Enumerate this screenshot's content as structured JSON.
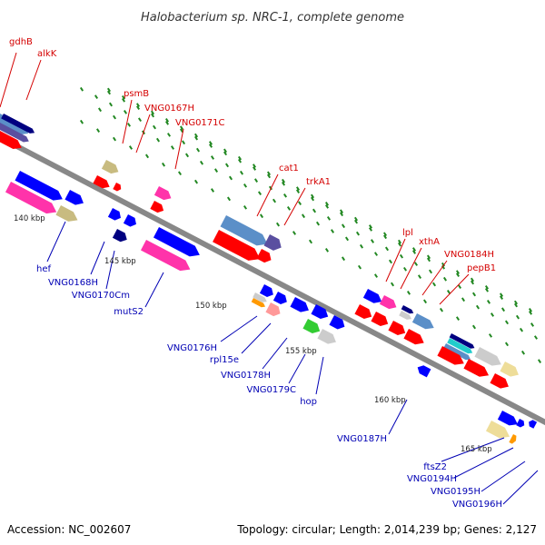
{
  "title": "Halobacterium sp. NRC-1, complete genome",
  "footer": {
    "accession": "Accession: NC_002607",
    "topology": "Topology: circular; Length: 2,014,239 bp; Genes: 2,127"
  },
  "ticks": [
    "140 kbp",
    "145 kbp",
    "150 kbp",
    "155 kbp",
    "160 kbp",
    "165 kbp"
  ],
  "genes_top": [
    "gdhB",
    "alkK",
    "psmB",
    "VNG0167H",
    "VNG0171C",
    "cat1",
    "trkA1",
    "lpl",
    "xthA",
    "VNG0184H",
    "pepB1"
  ],
  "genes_bottom": [
    "hef",
    "VNG0168H",
    "VNG0170Cm",
    "mutS2",
    "VNG0176H",
    "rpl15e",
    "VNG0178H",
    "VNG0179C",
    "hop",
    "VNG0187H",
    "ftsZ2",
    "VNG0194H",
    "VNG0195H",
    "VNG0196H"
  ],
  "colors": {
    "red": "#ff0000",
    "blue": "#0000ff",
    "navy": "#000080",
    "pink": "#ff33aa",
    "khaki": "#c8bb80",
    "steel": "#5b8fc8",
    "slate": "#5a4fa0",
    "green": "#33cc33",
    "silver": "#cccccc",
    "cream": "#eedd99",
    "teal": "#22cccc",
    "orange": "#ff9900",
    "salmon": "#ff9999",
    "backbone": "#888888",
    "dot": "#228822",
    "label_red": "#d40000",
    "label_blue": "#0000b4"
  }
}
